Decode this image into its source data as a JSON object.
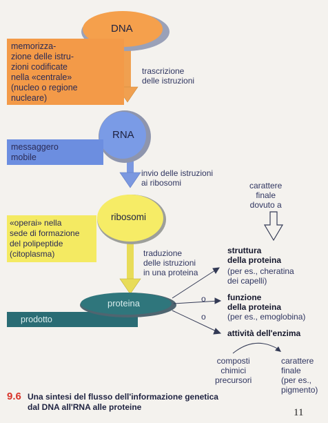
{
  "nodes": {
    "dna": "DNA",
    "rna": "RNA",
    "ribosomi": "ribosomi",
    "proteina": "proteina"
  },
  "boxes": {
    "memorizzazione": "memorizza-\nzione delle istru-\nzioni codificate\nnella «centrale»\n(nucleo o regione\nnucleare)",
    "messaggero": "messaggero\nmobile",
    "operai": "«operai» nella\nsede di formazione\ndel polipeptide\n(citoplasma)",
    "prodotto": "prodotto"
  },
  "arrows": {
    "trascrizione": "trascrizione\ndelle istruzioni",
    "invio": "invio delle istruzioni\nai ribosomi",
    "traduzione": "traduzione\ndelle istruzioni\nin una proteina"
  },
  "right": {
    "carattere_finale": "carattere\nfinale\ndovuto a",
    "struttura_title": "struttura\ndella proteina",
    "struttura_sub": "(per es., cheratina\ndei capelli)",
    "o1": "o",
    "funzione_title": "funzione\ndella proteina",
    "funzione_sub": "(per es., emoglobina)",
    "o2": "o",
    "attivita": "attività dell'enzima",
    "composti": "composti\nchimici\nprecursori",
    "carattere_pigmento": "carattere\nfinale\n(per es.,\npigmento)"
  },
  "caption": {
    "number": "9.6",
    "text": "Una sintesi del flusso dell'informazione genetica\ndal DNA all'RNA alle proteine"
  },
  "page_number": "11",
  "colors": {
    "orange": "#f39a48",
    "orange_node": "#f5a04c",
    "blue_box": "#6c8ee0",
    "blue_node": "#7a9be6",
    "yellow_box": "#f4ea62",
    "yellow_node": "#f6ec66",
    "teal": "#2a6c74",
    "arrow_orange": "#f0a050",
    "arrow_blue": "#7b98e0",
    "arrow_yellow": "#e8dc58",
    "caption_red": "#d8342a"
  }
}
